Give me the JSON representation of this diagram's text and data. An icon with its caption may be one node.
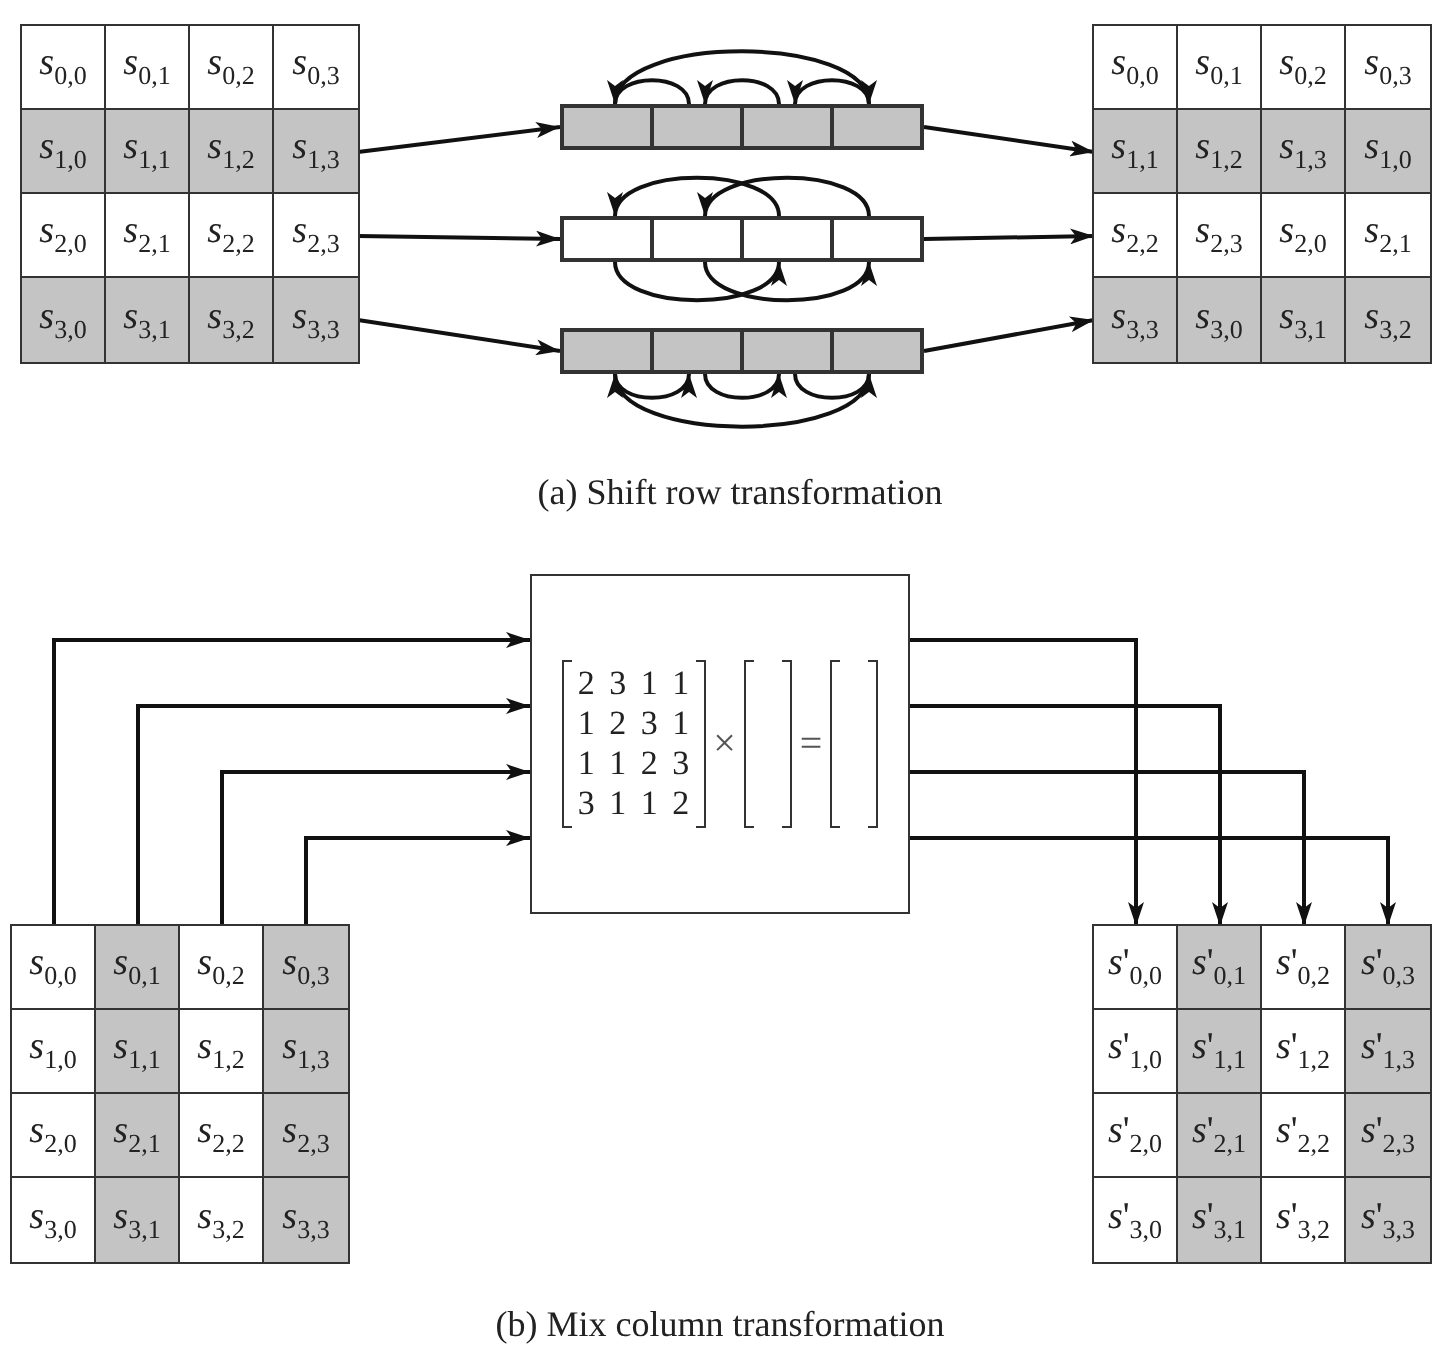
{
  "diagram": {
    "nodes": [
      {
        "text": [],
        "shape": "box"
      },
      {
        "text": [
          "*s*$_{0,0}$"
        ],
        "in": 0
      },
      {
        "text": [
          "*s*$_{0,1}$"
        ],
        "in": 0
      },
      {
        "text": [
          "*s*$_{0,2}$"
        ],
        "in": 0
      },
      {
        "text": [
          "*s*$_{0,3}$"
        ],
        "in": 0
      },
      {
        "text": [
          "*s*$_{1,0}$"
        ],
        "in": 0
      },
      {
        "text": [
          "*s*$_{1,1}$"
        ],
        "in": 0
      },
      {
        "text": [
          "*s*$_{1,2}$"
        ],
        "in": 0
      },
      {
        "text": [
          "*s*$_{1,3}$"
        ],
        "in": 0
      },
      {
        "text": [
          "*s*$_{2,0}$"
        ],
        "in": 0
      },
      {
        "text": [
          "*s*$_{2,1}$"
        ],
        "in": 0
      },
      {
        "text": [
          "*s*$_{2,2}$"
        ],
        "in": 0
      },
      {
        "text": [
          "*s*$_{2,3}$"
        ],
        "in": 0
      },
      {
        "text": [
          "*s*$_{3,0}$"
        ],
        "in": 0
      },
      {
        "text": [
          "*s*$_{3,1}$"
        ],
        "in": 0
      },
      {
        "text": [
          "*s*$_{3,2}$"
        ],
        "in": 0
      },
      {
        "text": [
          "*s*$_{3,3}$"
        ],
        "in": 0
      },
      {
        "text": [],
        "shape": "bar"
      },
      {
        "text": [],
        "shape": "box",
        "in": 17
      },
      {
        "text": [],
        "shape": "box",
        "in": 17
      },
      {
        "text": [],
        "shape": "box",
        "in": 17
      },
      {
        "text": [],
        "shape": "box",
        "in": 17
      },
      {
        "text": [],
        "shape": "bar"
      },
      {
        "text": [],
        "shape": "box",
        "in": 22
      },
      {
        "text": [],
        "shape": "box",
        "in": 22
      },
      {
        "text": [],
        "shape": "box",
        "in": 22
      },
      {
        "text": [],
        "shape": "box",
        "in": 22
      },
      {
        "text": [],
        "shape": "bar"
      },
      {
        "text": [],
        "shape": "box",
        "in": 27
      },
      {
        "text": [],
        "shape": "box",
        "in": 27
      },
      {
        "text": [],
        "shape": "box",
        "in": 27
      },
      {
        "text": [],
        "shape": "box",
        "in": 27
      },
      {
        "text": [],
        "shape": "box"
      },
      {
        "text": [
          "*s*$_{0,0}$"
        ],
        "in": 32
      },
      {
        "text": [
          "*s*$_{0,1}$"
        ],
        "in": 32
      },
      {
        "text": [
          "*s*$_{0,2}$"
        ],
        "in": 32
      },
      {
        "text": [
          "*s*$_{0,3}$"
        ],
        "in": 32
      },
      {
        "text": [
          "*s*$_{1,1}$"
        ],
        "in": 32
      },
      {
        "text": [
          "*s*$_{1,2}$"
        ],
        "in": 32
      },
      {
        "text": [
          "*s*$_{1,3}$"
        ],
        "in": 32
      },
      {
        "text": [
          "*s*$_{1,0}$"
        ],
        "in": 32
      },
      {
        "text": [
          "*s*$_{2,2}$"
        ],
        "in": 32
      },
      {
        "text": [
          "*s*$_{2,3}$"
        ],
        "in": 32
      },
      {
        "text": [
          "*s*$_{2,0}$"
        ],
        "in": 32
      },
      {
        "text": [
          "*s*$_{2,1}$"
        ],
        "in": 32
      },
      {
        "text": [
          "*s*$_{3,3}$"
        ],
        "in": 32
      },
      {
        "text": [
          "*s*$_{3,0}$"
        ],
        "in": 32
      },
      {
        "text": [
          "*s*$_{3,1}$"
        ],
        "in": 32
      },
      {
        "text": [
          "*s*$_{3,2}$"
        ],
        "in": 32
      },
      {
        "text": [
          "2 3 1 1",
          "1 2 3 1",
          "1 1 2 3",
          "3 1 1 2",
          "×",
          "="
        ]
      },
      {
        "text": [],
        "shape": "box"
      },
      {
        "text": [
          "*s*$_{0,0}$"
        ],
        "in": 50
      },
      {
        "text": [
          "*s*$_{0,1}$"
        ],
        "in": 50
      },
      {
        "text": [
          "*s*$_{0,2}$"
        ],
        "in": 50
      },
      {
        "text": [
          "*s*$_{0,3}$"
        ],
        "in": 50
      },
      {
        "text": [
          "*s*$_{1,0}$"
        ],
        "in": 50
      },
      {
        "text": [
          "*s*$_{1,1}$"
        ],
        "in": 50
      },
      {
        "text": [
          "*s*$_{1,2}$"
        ],
        "in": 50
      },
      {
        "text": [
          "*s*$_{1,3}$"
        ],
        "in": 50
      },
      {
        "text": [
          "*s*$_{2,0}$"
        ],
        "in": 50
      },
      {
        "text": [
          "*s*$_{2,1}$"
        ],
        "in": 50
      },
      {
        "text": [
          "*s*$_{2,2}$"
        ],
        "in": 50
      },
      {
        "text": [
          "*s*$_{2,3}$"
        ],
        "in": 50
      },
      {
        "text": [
          "*s*$_{3,0}$"
        ],
        "in": 50
      },
      {
        "text": [
          "*s*$_{3,1}$"
        ],
        "in": 50
      },
      {
        "text": [
          "*s*$_{3,2}$"
        ],
        "in": 50
      },
      {
        "text": [
          "*s*$_{3,3}$"
        ],
        "in": 50
      },
      {
        "text": [],
        "shape": "box"
      },
      {
        "text": [
          "*s*'$_{0,0}$"
        ],
        "in": 67
      },
      {
        "text": [
          "*s*'$_{0,1}$"
        ],
        "in": 67
      },
      {
        "text": [
          "*s*'$_{0,2}$"
        ],
        "in": 67
      },
      {
        "text": [
          "*s*'$_{0,3}$"
        ],
        "in": 67
      },
      {
        "text": [
          "*s*'$_{1,0}$"
        ],
        "in": 67
      },
      {
        "text": [
          "*s*'$_{1,1}$"
        ],
        "in": 67
      },
      {
        "text": [
          "*s*'$_{1,2}$"
        ],
        "in": 67
      },
      {
        "text": [
          "*s*'$_{1,3}$"
        ],
        "in": 67
      },
      {
        "text": [
          "*s*'$_{2,0}$"
        ],
        "in": 67
      },
      {
        "text": [
          "*s*'$_{2,1}$"
        ],
        "in": 67
      },
      {
        "text": [
          "*s*'$_{2,2}$"
        ],
        "in": 67
      },
      {
        "text": [
          "*s*'$_{2,3}$"
        ],
        "in": 67
      },
      {
        "text": [
          "*s*'$_{3,0}$"
        ],
        "in": 67
      },
      {
        "text": [
          "*s*'$_{3,1}$"
        ],
        "in": 67
      },
      {
        "text": [
          "*s*'$_{3,2}$"
        ],
        "in": 67
      },
      {
        "text": [
          "*s*'$_{3,3}$"
        ],
        "in": 67
      }
    ],
    "edges": [
      {
        "from": 8,
        "to": 17,
        "arrow": "to"
      },
      {
        "from": 12,
        "to": 22,
        "arrow": "to"
      },
      {
        "from": 16,
        "to": 27,
        "arrow": "to"
      },
      {
        "from": 17,
        "to": 37,
        "arrow": "to"
      },
      {
        "from": 22,
        "to": 41,
        "arrow": "to"
      },
      {
        "from": 27,
        "to": 45,
        "arrow": "to"
      },
      {
        "from": 19,
        "to": 18,
        "arrow": "to"
      },
      {
        "from": 20,
        "to": 19,
        "arrow": "to"
      },
      {
        "from": 21,
        "to": 20,
        "arrow": "to"
      },
      {
        "from": 18,
        "to": 21,
        "arrow": "to"
      },
      {
        "from": 25,
        "to": 23,
        "arrow": "to"
      },
      {
        "from": 26,
        "to": 24,
        "arrow": "to"
      },
      {
        "from": 23,
        "to": 25,
        "arrow": "to"
      },
      {
        "from": 24,
        "to": 26,
        "arrow": "to"
      },
      {
        "from": 28,
        "to": 29,
        "arrow": "to"
      },
      {
        "from": 29,
        "to": 30,
        "arrow": "to"
      },
      {
        "from": 30,
        "to": 31,
        "arrow": "to"
      },
      {
        "from": 31,
        "to": 28,
        "arrow": "to"
      },
      {
        "from": 51,
        "to": 49,
        "arrow": "to"
      },
      {
        "from": 52,
        "to": 49,
        "arrow": "to"
      },
      {
        "from": 53,
        "to": 49,
        "arrow": "to"
      },
      {
        "from": 54,
        "to": 49,
        "arrow": "to"
      },
      {
        "from": 49,
        "to": 68,
        "arrow": "to"
      },
      {
        "from": 49,
        "to": 69,
        "arrow": "to"
      },
      {
        "from": 49,
        "to": 70,
        "arrow": "to"
      },
      {
        "from": 49,
        "to": 71,
        "arrow": "to"
      }
    ],
    "labels": [
      "(a) Shift row transformation",
      "(b) Mix column transformation"
    ]
  }
}
